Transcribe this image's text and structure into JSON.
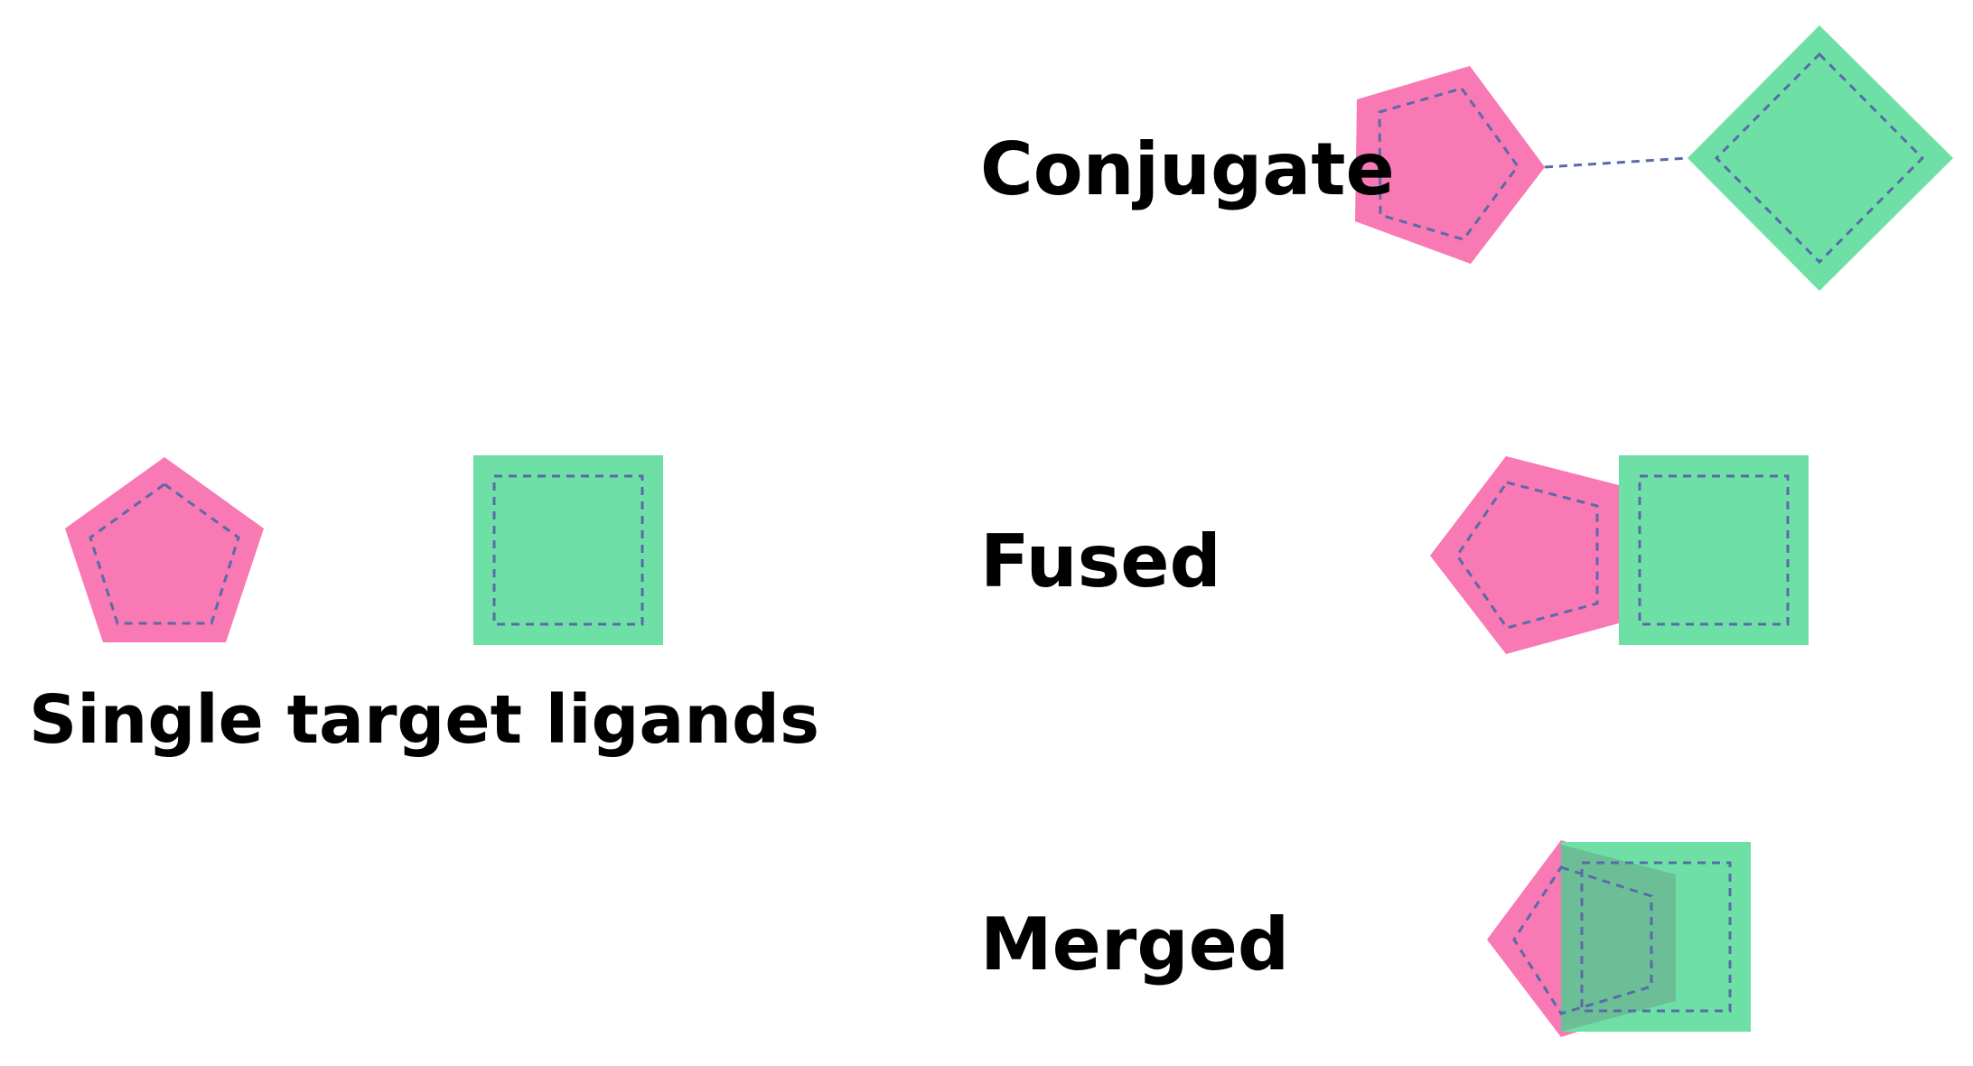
{
  "labels": {
    "single": "Single target ligands",
    "conjugate": "Conjugate",
    "fused": "Fused",
    "merged": "Merged"
  },
  "colors": {
    "pink": "#f879b4",
    "green": "#6ee0a6",
    "overlap": "#6bbe96",
    "dash": "#5a6aa8",
    "text": "#000000"
  },
  "shapes": {
    "single_pentagon": "pentagon",
    "single_square": "square",
    "conjugate_pentagon": "pentagon",
    "conjugate_linker": "dashed-linker",
    "conjugate_diamond": "diamond",
    "fused_pentagon": "pentagon",
    "fused_square": "square",
    "merged_pentagon": "pentagon",
    "merged_square": "square",
    "merged_overlap": "overlap-region"
  }
}
